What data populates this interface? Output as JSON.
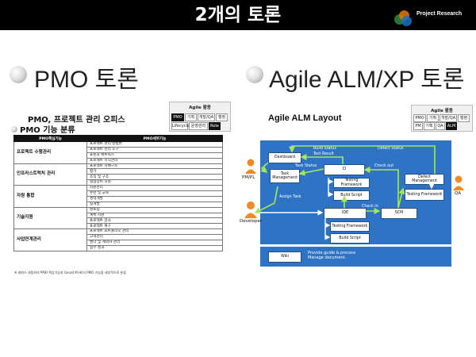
{
  "header": {
    "title": "2개의 토론",
    "brand": "Project Research",
    "logo_colors": [
      "#2b8a3e",
      "#e67700",
      "#1971c2"
    ]
  },
  "sections": {
    "left_heading": "PMO 토론",
    "right_heading": "Agile ALM/XP 토론"
  },
  "left_tag_panel": {
    "header": "Agile 활용",
    "row1": [
      "PMO",
      "기획",
      "개발/QA",
      "행정"
    ],
    "row2": [
      "Lifecycle",
      "운영관리",
      "Role"
    ]
  },
  "right_tag_panel": {
    "header": "Agile 활용",
    "row1": [
      "PMO",
      "기획",
      "개발/QA",
      "행정"
    ],
    "row2": [
      "PM",
      "기획",
      "QA",
      "ALM"
    ]
  },
  "pmo": {
    "subtitle": "PMO, 프로젝트 관리 오피스",
    "function_title": "PMO 기능 분류",
    "table": {
      "headers": [
        "PMO핵심기능",
        "PMO세부기능"
      ],
      "groups": [
        {
          "category": "프로젝트 수행관리",
          "items": [
            "프로젝트 관리 방법론",
            "프로젝트 관리 도구",
            "표준과 메트릭스",
            "프로젝트 지식관리"
          ]
        },
        {
          "category": "인프라스트럭처 관리",
          "items": [
            "프로젝트 지배구조",
            "평가",
            "조직 및 구조",
            "협업장비 지원"
          ]
        },
        {
          "category": "자원 통합",
          "items": [
            "자원관리",
            "훈련 및 교육",
            "경력개발",
            "팀개발"
          ]
        },
        {
          "category": "기술지원",
          "items": [
            "멘토링",
            "계획 지원",
            "프로젝트 감사",
            "프로젝트 복구"
          ]
        },
        {
          "category": "사업연계관리",
          "items": [
            "프로젝트 포트폴리오 관리",
            "고객관리",
            "벤더 및 계약자 관리",
            "업무 성과"
          ]
        }
      ]
    },
    "footnote": "※ 레퍼스 대림처의 PMO 핵심기능과 Gerad M Hil의 PMO 기능을 세부적으로 분류"
  },
  "agile": {
    "layout_title": "Agile ALM Layout",
    "actors": {
      "pm": "PM/PL",
      "dev": "Developer",
      "qa": "QA"
    },
    "boxes": {
      "dashboard": "Dashboard",
      "task": "Task\nManagement",
      "ci": "CI",
      "tf1": "Testing Framework",
      "bs1": "Build Script",
      "defect": "Defect Management",
      "tf_right": "Testing Framework",
      "ide": "IDE",
      "scm": "SCM",
      "tf2": "Testing Framework",
      "bs2": "Build Script",
      "wiki": "Wiki"
    },
    "arrows": {
      "build_status": "Build Status",
      "test_result": "Test Result",
      "defect_status": "Defect Status",
      "task_status": "Task Status",
      "check_out": "Check out",
      "assign_task": "Assign Task",
      "check_in": "Check in"
    },
    "guide": "Provide guide & process\nManage document.",
    "colors": {
      "panel": "#2f73c4",
      "arrow": "#a6e85a",
      "person": "#f08a24"
    }
  }
}
